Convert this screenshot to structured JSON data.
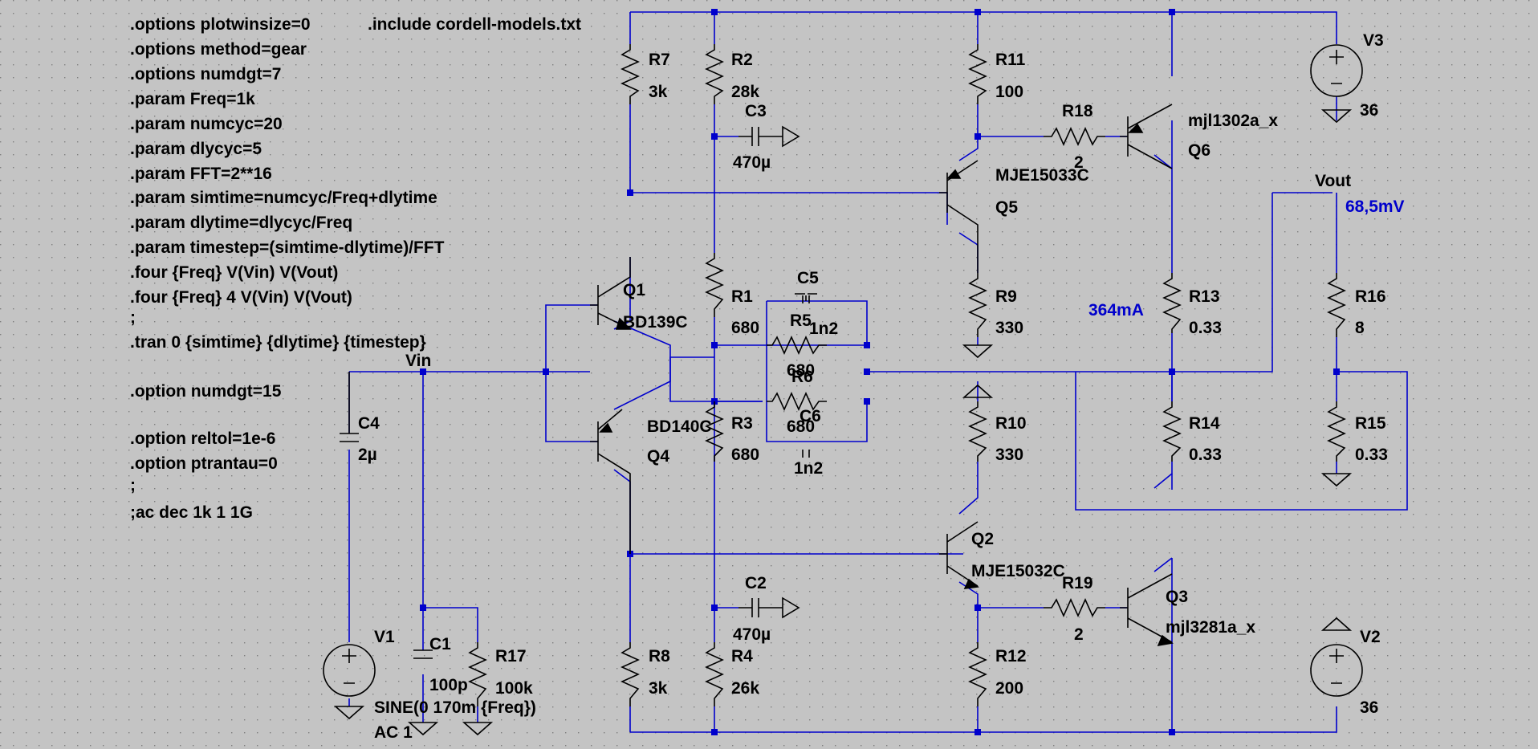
{
  "directives": [
    ".options plotwinsize=0",
    ".options method=gear",
    ".options numdgt=7",
    ".param Freq=1k",
    ".param numcyc=20",
    ".param dlycyc=5",
    ".param FFT=2**16",
    ".param simtime=numcyc/Freq+dlytime",
    ".param dlytime=dlycyc/Freq",
    ".param timestep=(simtime-dlytime)/FFT",
    ".four {Freq} V(Vin) V(Vout)",
    ".four {Freq} 4 V(Vin) V(Vout)",
    ";",
    ".tran 0 {simtime} {dlytime} {timestep}"
  ],
  "options2": [
    ".option numdgt=15",
    ".option reltol=1e-6",
    ".option ptrantau=0",
    ";",
    ";ac dec 1k 1 1G"
  ],
  "include": ".include cordell-models.txt",
  "nets": {
    "vin": "Vin",
    "vout": "Vout",
    "vout_value": "68,5mV",
    "current": "364mA"
  },
  "components": {
    "R1": {
      "name": "R1",
      "value": "680"
    },
    "R2": {
      "name": "R2",
      "value": "28k"
    },
    "R3": {
      "name": "R3",
      "value": "680"
    },
    "R4": {
      "name": "R4",
      "value": "26k"
    },
    "R5": {
      "name": "R5",
      "value": "680"
    },
    "R6": {
      "name": "R6",
      "value": "680"
    },
    "R7": {
      "name": "R7",
      "value": "3k"
    },
    "R8": {
      "name": "R8",
      "value": "3k"
    },
    "R9": {
      "name": "R9",
      "value": "330"
    },
    "R10": {
      "name": "R10",
      "value": "330"
    },
    "R11": {
      "name": "R11",
      "value": "100"
    },
    "R12": {
      "name": "R12",
      "value": "200"
    },
    "R13": {
      "name": "R13",
      "value": "0.33"
    },
    "R14": {
      "name": "R14",
      "value": "0.33"
    },
    "R15": {
      "name": "R15",
      "value": "0.33"
    },
    "R16": {
      "name": "R16",
      "value": "8"
    },
    "R17": {
      "name": "R17",
      "value": "100k"
    },
    "R18": {
      "name": "R18",
      "value": "2"
    },
    "R19": {
      "name": "R19",
      "value": "2"
    },
    "C1": {
      "name": "C1",
      "value": "100p"
    },
    "C2": {
      "name": "C2",
      "value": "470µ"
    },
    "C3": {
      "name": "C3",
      "value": "470µ"
    },
    "C4": {
      "name": "C4",
      "value": "2µ"
    },
    "C5": {
      "name": "C5",
      "value": "1n2"
    },
    "C6": {
      "name": "C6",
      "value": "1n2"
    },
    "Q1": {
      "name": "Q1",
      "model": "BD139C"
    },
    "Q2": {
      "name": "Q2",
      "model": "MJE15032C"
    },
    "Q3": {
      "name": "Q3",
      "model": "mjl3281a_x"
    },
    "Q4": {
      "name": "Q4",
      "model": "BD140C"
    },
    "Q5": {
      "name": "Q5",
      "model": "MJE15033C"
    },
    "Q6": {
      "name": "Q6",
      "model": "mjl1302a_x"
    },
    "V1": {
      "name": "V1",
      "value": "SINE(0 170m {Freq})",
      "value2": "AC 1"
    },
    "V2": {
      "name": "V2",
      "value": "36"
    },
    "V3": {
      "name": "V3",
      "value": "36"
    }
  },
  "colors": {
    "wire": "#0000cc",
    "background": "#c4c4c4",
    "component": "#000000",
    "annotation": "#0000cc"
  }
}
